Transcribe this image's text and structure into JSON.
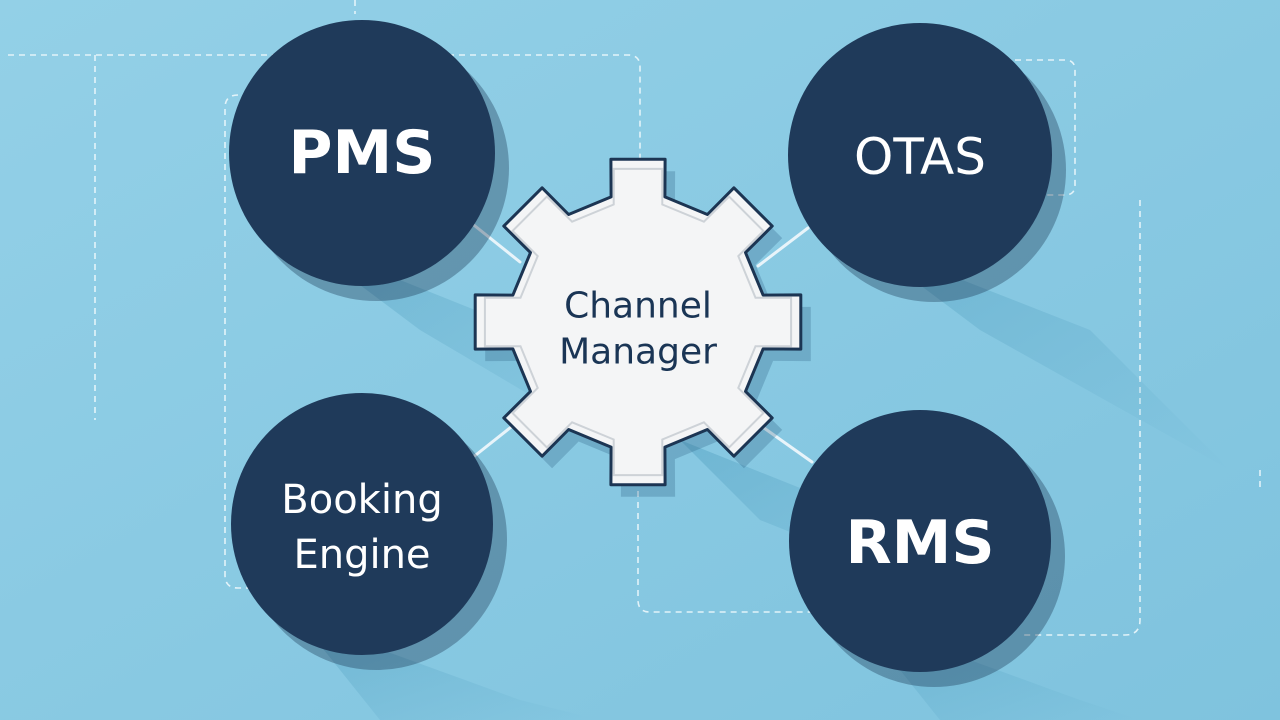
{
  "colors": {
    "background": "#8ccbe3",
    "node_fill": "#1f3a5a",
    "node_text": "#ffffff",
    "gear_fill": "#f4f5f6",
    "gear_stroke": "#1c3553",
    "gear_text": "#1a3555",
    "connector": "#e8f4fa",
    "dashed_lines": "#f2fafd"
  },
  "hub": {
    "label_line1": "Channel",
    "label_line2": "Manager",
    "icon": "gear-icon"
  },
  "nodes": {
    "pms": {
      "label": "PMS"
    },
    "otas": {
      "label": "OTAS"
    },
    "booking_engine": {
      "label_line1": "Booking",
      "label_line2": "Engine"
    },
    "rms": {
      "label": "RMS"
    }
  }
}
